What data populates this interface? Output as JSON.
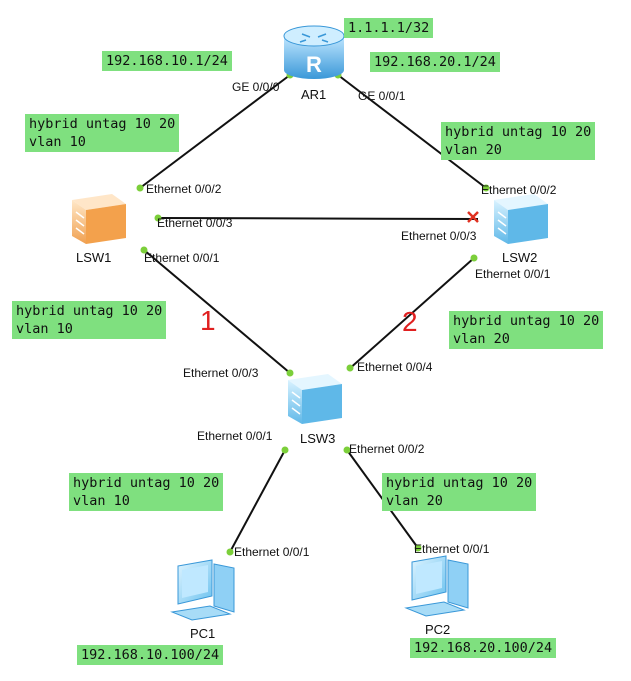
{
  "devices": {
    "router": {
      "label": "AR1",
      "icon": "router-icon"
    },
    "lsw1": {
      "label": "LSW1",
      "icon": "switch-icon"
    },
    "lsw2": {
      "label": "LSW2",
      "icon": "switch-icon"
    },
    "lsw3": {
      "label": "LSW3",
      "icon": "switch-icon"
    },
    "pc1": {
      "label": "PC1",
      "icon": "pc-icon"
    },
    "pc2": {
      "label": "PC2",
      "icon": "pc-icon"
    }
  },
  "ips": {
    "loopback": "1.1.1.1/32",
    "gw10": "192.168.10.1/24",
    "gw20": "192.168.20.1/24",
    "pc1": "192.168.10.100/24",
    "pc2": "192.168.20.100/24"
  },
  "configs": {
    "lsw1_uplink": {
      "line1": "hybrid untag 10 20",
      "line2": "vlan 10"
    },
    "lsw2_uplink": {
      "line1": "hybrid untag 10 20",
      "line2": "vlan 20"
    },
    "lsw1_down": {
      "line1": "hybrid untag 10 20",
      "line2": "vlan 10"
    },
    "lsw2_down": {
      "line1": "hybrid untag 10 20",
      "line2": "vlan 20"
    },
    "pc1_port": {
      "line1": "hybrid untag 10 20",
      "line2": "vlan 10"
    },
    "pc2_port": {
      "line1": "hybrid untag 10 20",
      "line2": "vlan 20"
    }
  },
  "ports": {
    "ar1_ge000": "GE 0/0/0",
    "ar1_ge001": "GE 0/0/1",
    "lsw1_e002": "Ethernet 0/0/2",
    "lsw1_e003": "Ethernet 0/0/3",
    "lsw1_e001": "Ethernet 0/0/1",
    "lsw2_e002": "Ethernet 0/0/2",
    "lsw2_e003": "Ethernet 0/0/3",
    "lsw2_e001": "Ethernet 0/0/1",
    "lsw3_e003": "Ethernet 0/0/3",
    "lsw3_e004": "Ethernet 0/0/4",
    "lsw3_e001": "Ethernet 0/0/1",
    "lsw3_e002": "Ethernet 0/0/2",
    "pc1_e001": "Ethernet 0/0/1",
    "pc2_e001": "Ethernet 0/0/1"
  },
  "link_numbers": {
    "link1": "1",
    "link2": "2"
  },
  "colors": {
    "note_bg": "#7fe07f",
    "port_dot": "#7ccf3a",
    "blocked": "#e03020",
    "link_number": "#e02020"
  }
}
